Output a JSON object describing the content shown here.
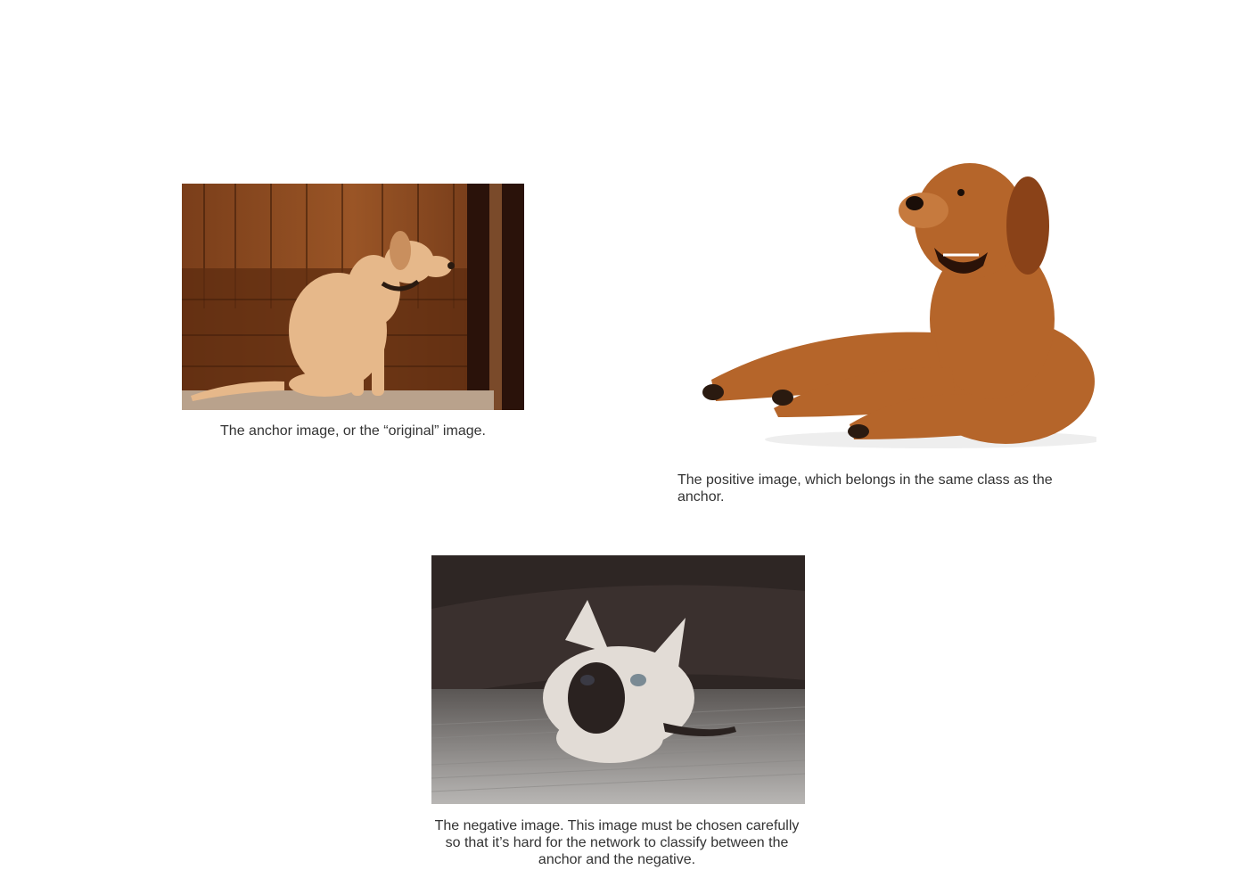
{
  "figures": {
    "anchor": {
      "caption": "The anchor image, or the “original” image.",
      "subject": "dog-sitting"
    },
    "positive": {
      "caption": "The positive image, which belongs in the same class as the anchor.",
      "subject": "dog-lying"
    },
    "negative": {
      "caption": "The negative image. This image must be chosen carefully so that it’s hard for the network to classify between the anchor and the negative.",
      "subject": "cat-lying"
    }
  },
  "colors": {
    "background": "#ffffff",
    "caption_text": "#333333"
  }
}
